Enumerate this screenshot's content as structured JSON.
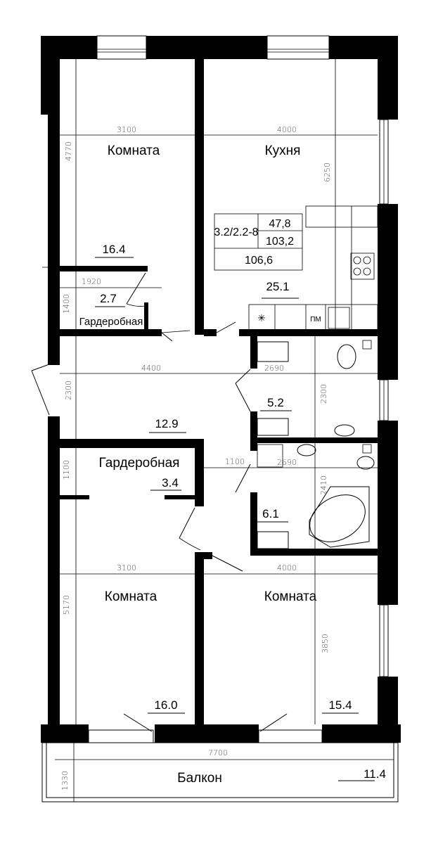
{
  "rooms": {
    "room1": {
      "name": "Комната",
      "area": "16.4"
    },
    "kitchen": {
      "name": "Кухня",
      "area": "25.1"
    },
    "wardrobe1": {
      "name": "Гардеробная",
      "area": "2.7"
    },
    "hall": {
      "area": "12.9"
    },
    "wc": {
      "area": "5.2"
    },
    "wardrobe2": {
      "name": "Гардеробная",
      "area": "3.4"
    },
    "bath": {
      "area": "6.1"
    },
    "room2": {
      "name": "Комната",
      "area": "16.0"
    },
    "room3": {
      "name": "Комната",
      "area": "15.4"
    },
    "balcony": {
      "name": "Балкон",
      "area": "11.4"
    }
  },
  "info_box": {
    "code": "3.2/2.2-8",
    "living_area": "47,8",
    "total_area": "103,2",
    "total_with_balcony": "106,6"
  },
  "kitchen_labels": {
    "dishwasher": "ПМ"
  },
  "dimensions": {
    "room1_width": "3100",
    "kitchen_width": "4000",
    "room1_depth": "4770",
    "kitchen_depth": "6250",
    "wardrobe1_width": "1920",
    "wardrobe1_depth": "1400",
    "hall_width": "4400",
    "wc_width": "2690",
    "hall_depth": "2300",
    "wc_depth": "2300",
    "wardrobe2_width": "1100",
    "wardrobe2_depth": "1100",
    "bath_width": "2690",
    "bath_depth": "2410",
    "room2_width": "3100",
    "room3_width": "4000",
    "room2_depth": "5170",
    "room3_depth": "3850",
    "balcony_width": "7700",
    "balcony_depth": "1330"
  }
}
